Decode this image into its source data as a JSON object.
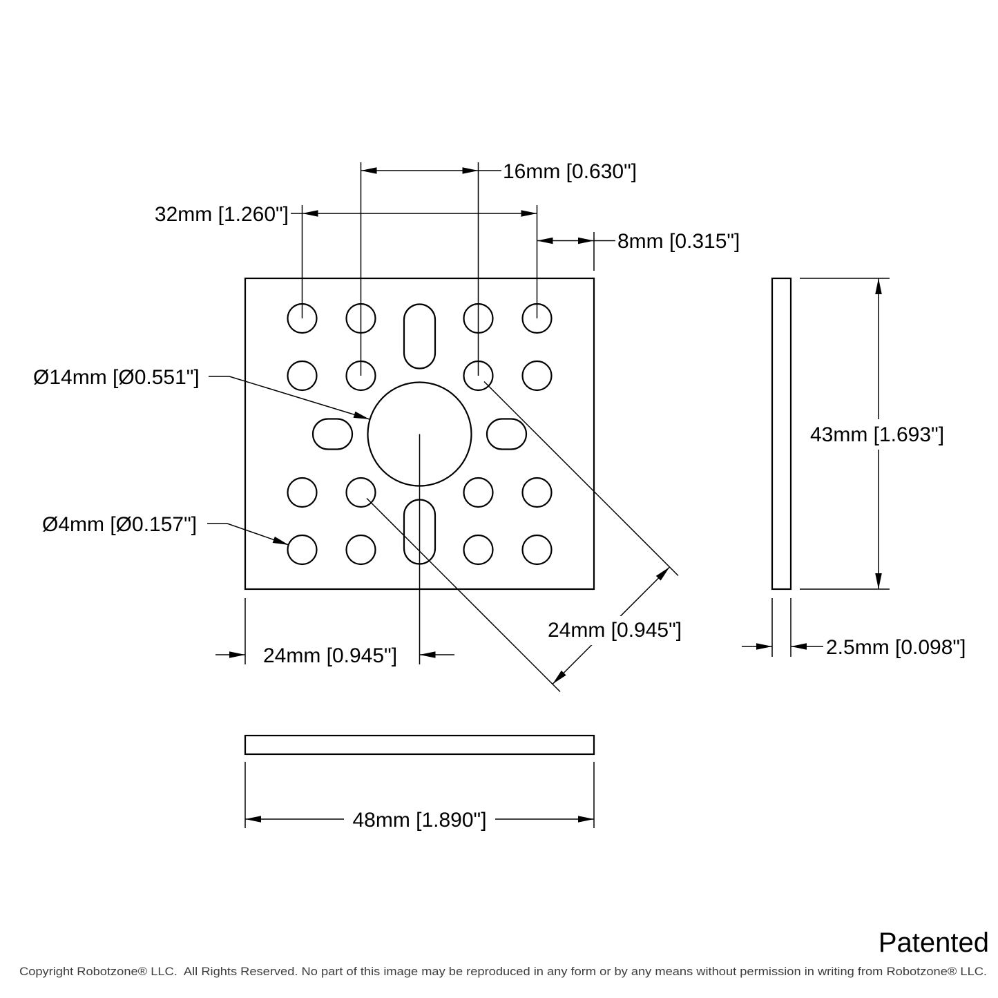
{
  "page": {
    "background": "#ffffff",
    "line_color": "#000000"
  },
  "dims": {
    "d16": "16mm [0.630\"]",
    "d32": "32mm [1.260\"]",
    "d8": "8mm [0.315\"]",
    "dia14": "Ø14mm [Ø0.551\"]",
    "dia4": "Ø4mm [Ø0.157\"]",
    "d24_horizontal": "24mm [0.945\"]",
    "d24_diagonal": "24mm [0.945\"]",
    "d43": "43mm [1.693\"]",
    "d2_5": "2.5mm [0.098\"]",
    "d48": "48mm [1.890\"]"
  },
  "footer": {
    "patented": "Patented",
    "copyright": "Copyright Robotzone® LLC.  All Rights Reserved. No part of this image may be reproduced in any form or by any means without permission in writing from Robotzone® LLC."
  }
}
